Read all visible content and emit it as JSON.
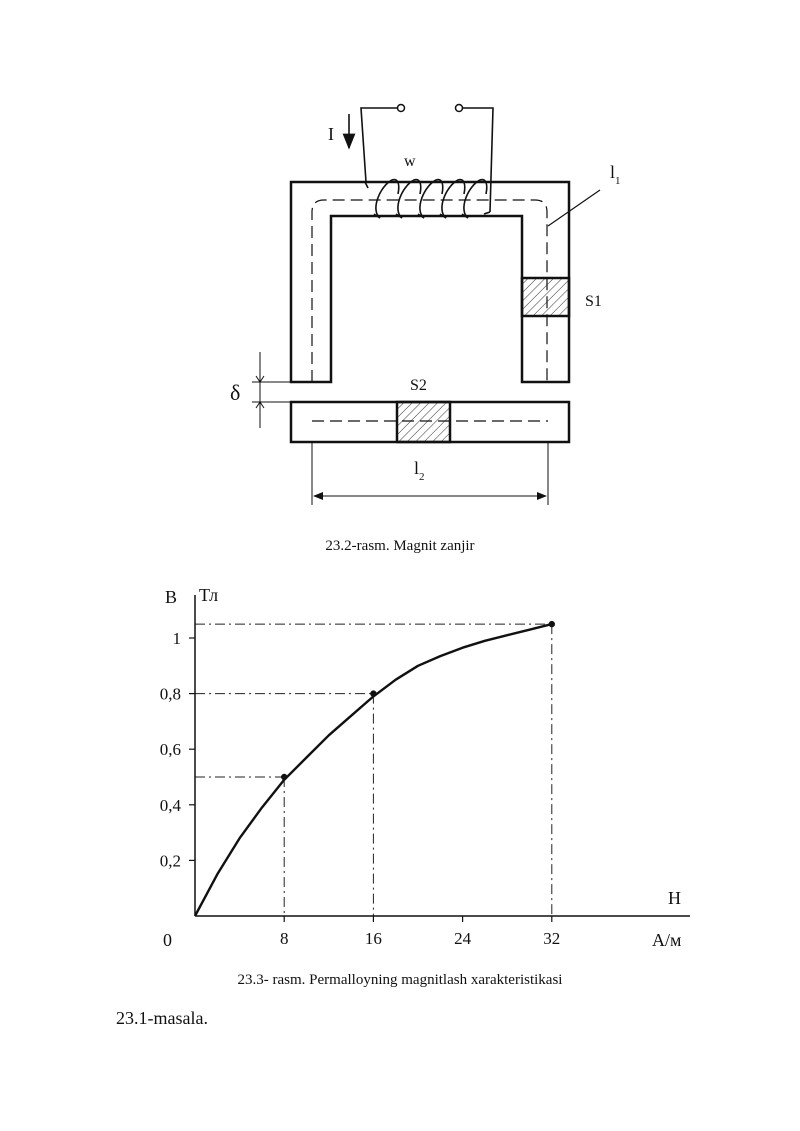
{
  "circuit": {
    "current_label": "I",
    "winding_label": "w",
    "path1_label": "l",
    "path1_sub": "1",
    "path2_label": "l",
    "path2_sub": "2",
    "section1_label": "S1",
    "section2_label": "S2",
    "gap_label": "δ",
    "caption": "23.2-rasm. Magnit zanjir"
  },
  "chart_data": {
    "type": "line",
    "ylabel": "B",
    "yunit": "Тл",
    "xlabel": "H",
    "xunit": "A/м",
    "origin_label": "0",
    "xticks": [
      8,
      16,
      24,
      32
    ],
    "xtick_labels": [
      "8",
      "16",
      "24",
      "32"
    ],
    "yticks": [
      0.2,
      0.4,
      0.6,
      0.8,
      1
    ],
    "ytick_labels": [
      "0,2",
      "0,4",
      "0,6",
      "0,8",
      "1"
    ],
    "xlim": [
      0,
      44
    ],
    "ylim": [
      0,
      1.12
    ],
    "series": [
      {
        "x": [
          0,
          2,
          4,
          6,
          8,
          10,
          12,
          14,
          16,
          18,
          20,
          22,
          24,
          26,
          28,
          30,
          32
        ],
        "y": [
          0,
          0.15,
          0.28,
          0.39,
          0.49,
          0.57,
          0.65,
          0.72,
          0.79,
          0.85,
          0.9,
          0.935,
          0.965,
          0.99,
          1.01,
          1.03,
          1.05
        ]
      }
    ],
    "marked_points": [
      {
        "x": 8,
        "y": 0.5
      },
      {
        "x": 16,
        "y": 0.8
      },
      {
        "x": 32,
        "y": 1.05
      }
    ],
    "caption": "23.3- rasm. Permalloyning magnitlash xarakteristikasi"
  },
  "body": {
    "paragraph": "23.1-masala."
  }
}
